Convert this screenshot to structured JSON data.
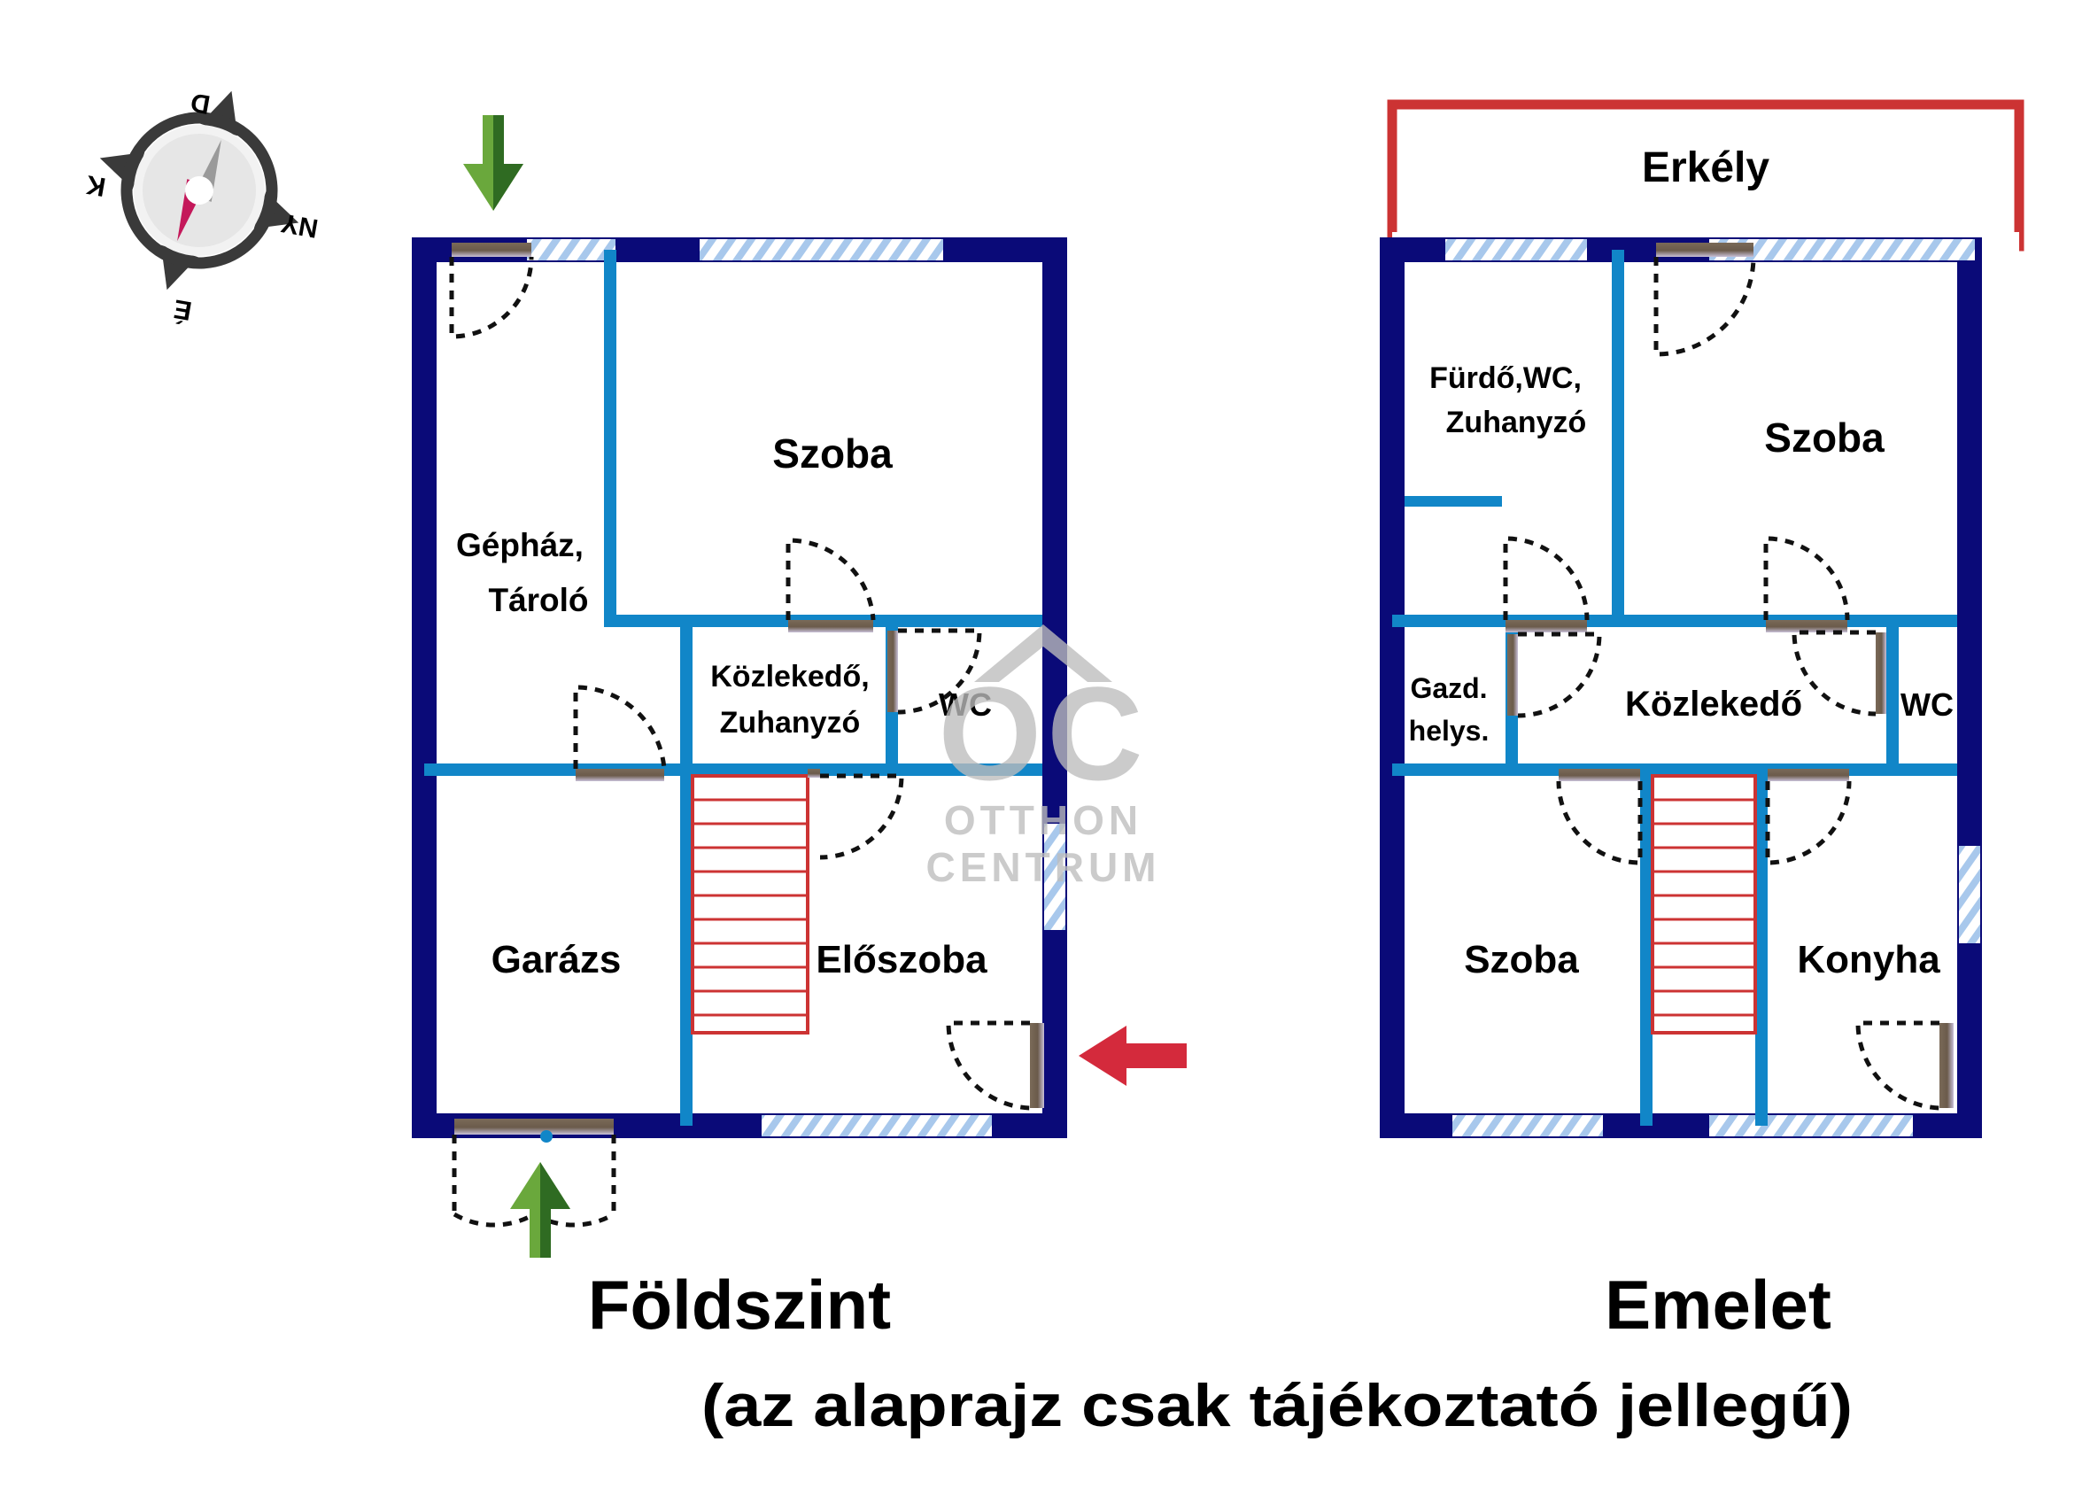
{
  "meta": {
    "doc_type": "floor-plan",
    "language": "hu"
  },
  "compass": {
    "name": "compass-rose",
    "labels": {
      "north": "É",
      "south": "D",
      "east": "K",
      "west": "NY"
    }
  },
  "watermark": {
    "logo_initials": "OC",
    "line1": "OTTHON",
    "line2": "CENTRUM"
  },
  "colors": {
    "exterior_wall": "#0a0a78",
    "interior_wall": "#1186c8",
    "window_hatch": "#a8c8ec",
    "stairs": "#cc3333",
    "balcony": "#cc3333",
    "door_leaf": "#6b5b4b",
    "arrow_green_light": "#6aa83c",
    "arrow_green_dark": "#2f6b22",
    "arrow_red": "#d42a3c",
    "text": "#000000",
    "watermark": "#bdbdbd"
  },
  "floors": [
    {
      "id": "ground",
      "title": "Földszint",
      "rooms": [
        {
          "name": "Gépház,\nTároló",
          "line1": "Gépház,",
          "line2": "Tároló"
        },
        {
          "name": "Szoba",
          "line1": "Szoba",
          "line2": ""
        },
        {
          "name": "Közlekedő,\nZuhanyzó",
          "line1": "Közlekedő,",
          "line2": "Zuhanyzó"
        },
        {
          "name": "WC",
          "line1": "WC",
          "line2": ""
        },
        {
          "name": "Garázs",
          "line1": "Garázs",
          "line2": ""
        },
        {
          "name": "Előszoba",
          "line1": "Előszoba",
          "line2": ""
        }
      ],
      "entrances": [
        {
          "id": "top-entry",
          "direction": "down",
          "color": "green"
        },
        {
          "id": "bottom-entry",
          "direction": "up",
          "color": "green"
        },
        {
          "id": "side-entry",
          "direction": "left",
          "color": "red"
        }
      ]
    },
    {
      "id": "upper",
      "title": "Emelet",
      "rooms": [
        {
          "name": "Erkély",
          "line1": "Erkély",
          "line2": ""
        },
        {
          "name": "Fürdő,WC,\nZuhanyzó",
          "line1": "Fürdő,WC,",
          "line2": "Zuhanyzó"
        },
        {
          "name": "Szoba",
          "line1": "Szoba",
          "line2": ""
        },
        {
          "name": "Gazd.\nhelys.",
          "line1": "Gazd.",
          "line2": "helys."
        },
        {
          "name": "Közlekedő",
          "line1": "Közlekedő",
          "line2": ""
        },
        {
          "name": "WC",
          "line1": "WC",
          "line2": ""
        },
        {
          "name": "Szoba",
          "line1": "Szoba",
          "line2": ""
        },
        {
          "name": "Konyha",
          "line1": "Konyha",
          "line2": ""
        }
      ]
    }
  ],
  "disclaimer": "(az alaprajz csak tájékoztató jellegű)"
}
